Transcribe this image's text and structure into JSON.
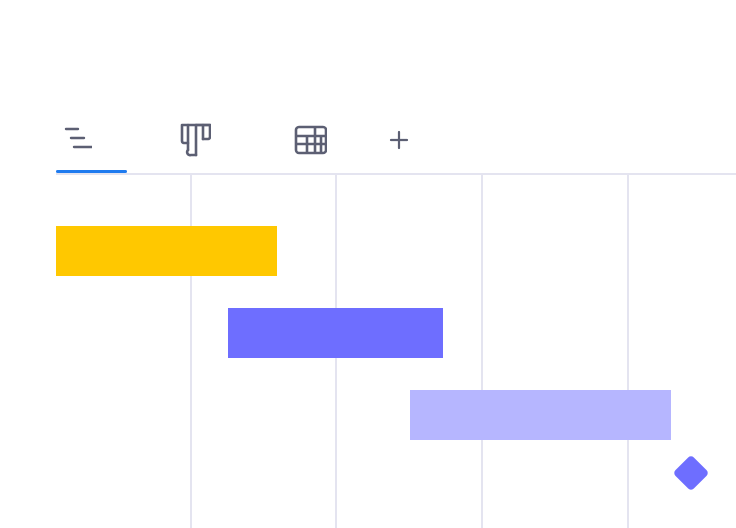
{
  "colors": {
    "icon": "#5c5f73",
    "active_underline": "#1f7bef",
    "divider": "#e4e4f0",
    "grid": "#e4e4f0",
    "background": "#ffffff"
  },
  "tabs": [
    {
      "id": "gantt",
      "icon": "gantt-list-icon",
      "active": true
    },
    {
      "id": "board",
      "icon": "board-columns-icon",
      "active": false
    },
    {
      "id": "table",
      "icon": "table-grid-icon",
      "active": false
    },
    {
      "id": "add",
      "icon": "plus-icon",
      "active": false
    }
  ],
  "timeline": {
    "tasks": [
      {
        "name": "",
        "start": 0.0,
        "end": 1.52,
        "color": "#ffc800"
      },
      {
        "name": "",
        "start": 1.18,
        "end": 2.66,
        "color": "#6e6eff"
      },
      {
        "name": "",
        "start": 2.43,
        "end": 4.23,
        "color": "#b6b6ff"
      }
    ],
    "milestone": {
      "at": 4.35,
      "color": "#6e6eff"
    }
  }
}
